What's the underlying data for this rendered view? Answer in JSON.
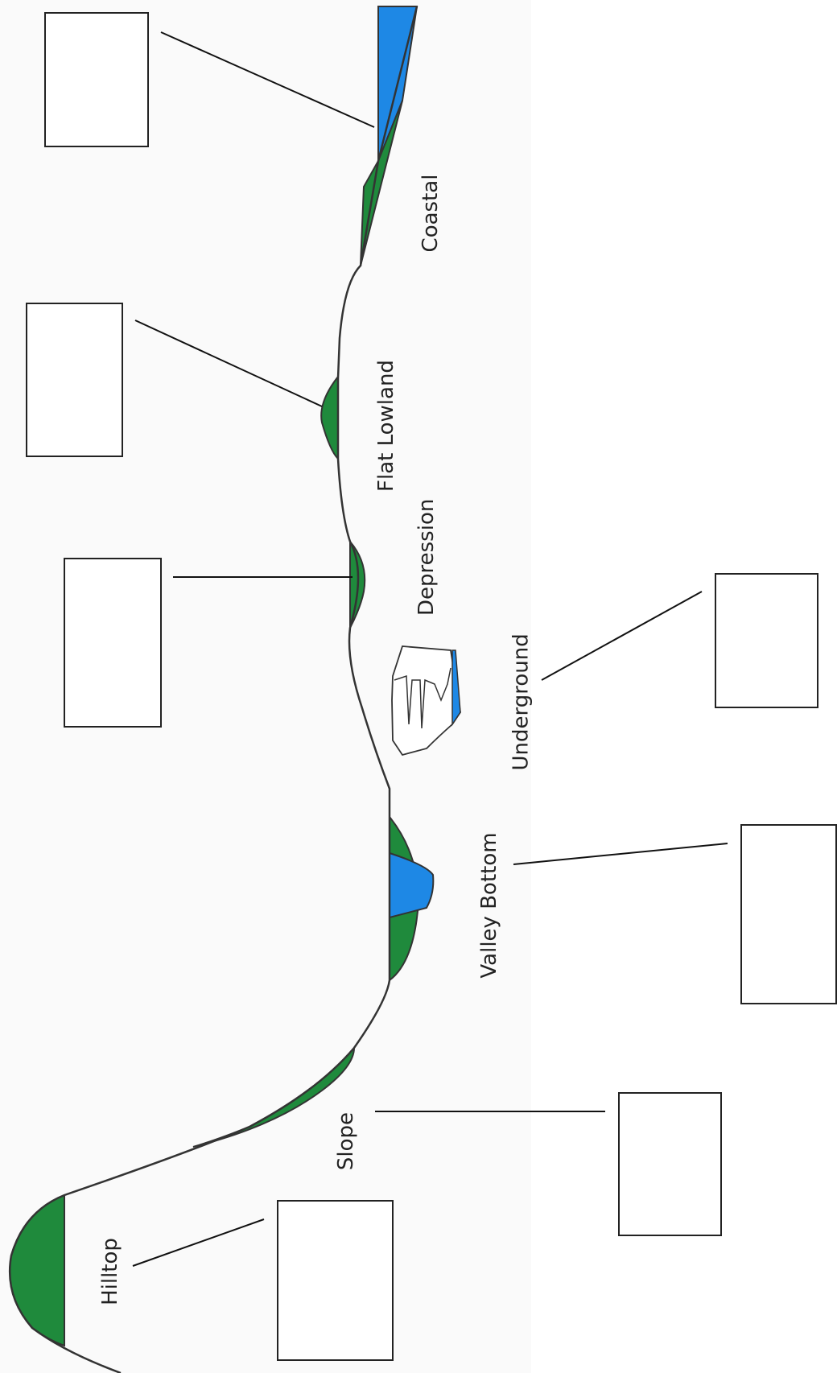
{
  "labels": {
    "coastal": "Coastal",
    "flat_lowland": "Flat Lowland",
    "depression": "Depression",
    "underground": "Underground",
    "valley_bottom": "Valley Bottom",
    "slope": "Slope",
    "hilltop": "Hilltop"
  },
  "colors": {
    "vegetation": "#1f8a3c",
    "water": "#1e88e5",
    "outline": "#333333"
  }
}
